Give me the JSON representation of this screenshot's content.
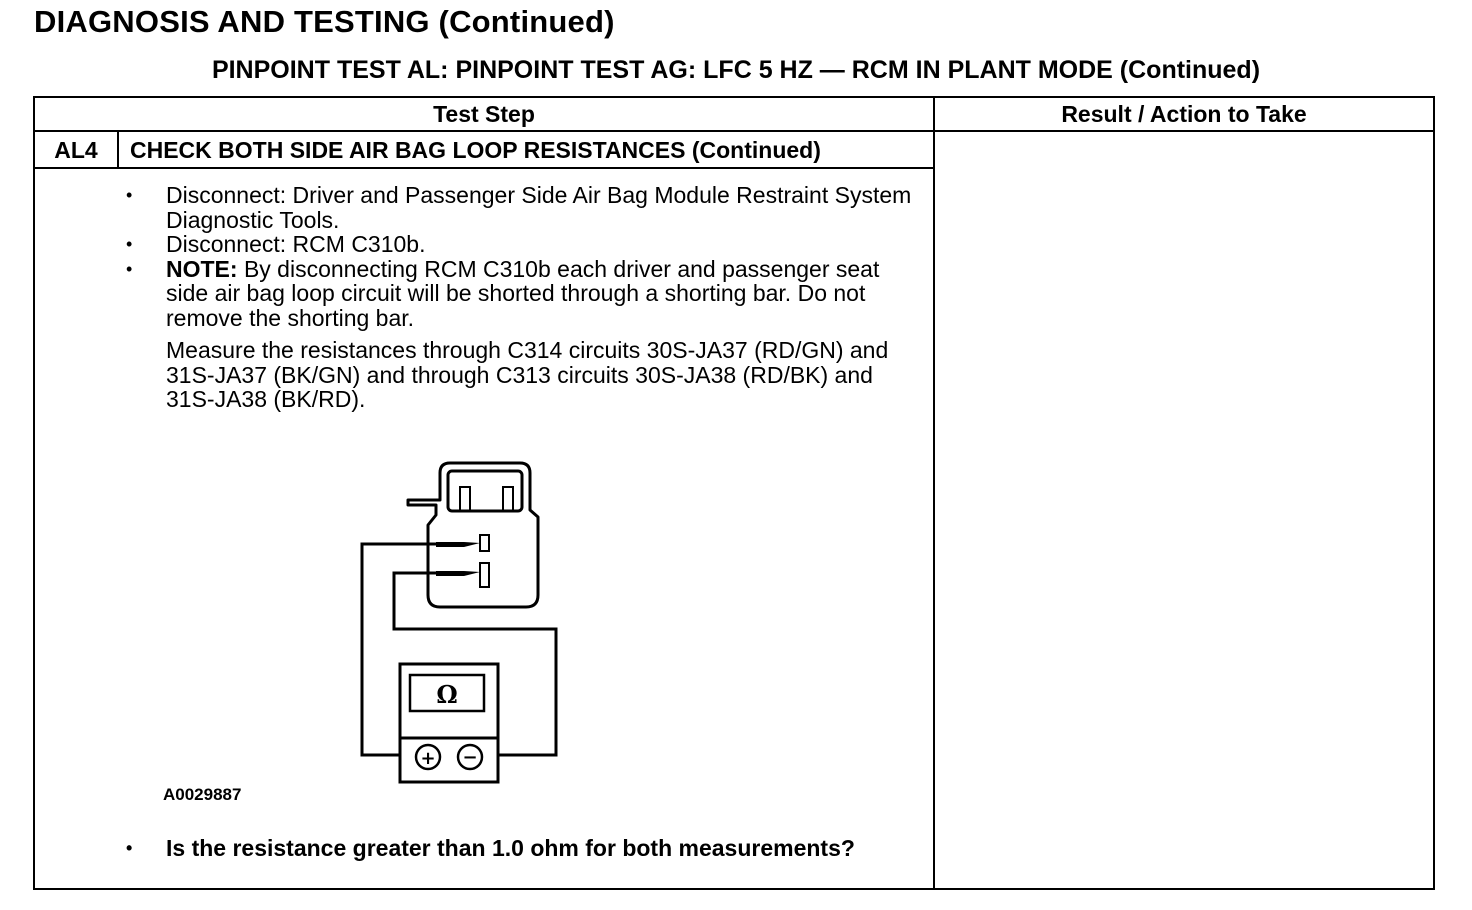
{
  "header": {
    "section_title": "DIAGNOSIS AND TESTING (Continued)",
    "test_title": "PINPOINT TEST  AL: PINPOINT TEST AG: LFC 5 HZ — RCM IN PLANT MODE (Continued)"
  },
  "table": {
    "columns": [
      "Test Step",
      "Result / Action to Take"
    ],
    "step": {
      "id": "AL4",
      "title": "CHECK BOTH SIDE AIR BAG LOOP RESISTANCES (Continued)",
      "bullets": [
        {
          "marker": "•",
          "label": "",
          "text": "Disconnect: Driver and Passenger Side Air Bag Module Restraint System Diagnostic Tools."
        },
        {
          "marker": "•",
          "label": "",
          "text": "Disconnect: RCM C310b."
        },
        {
          "marker": "•",
          "label": "NOTE:",
          "text": " By disconnecting RCM C310b each driver and passenger seat side air bag loop circuit will be shorted through a shorting bar. Do not remove the shorting bar."
        }
      ],
      "measure_text": "Measure the resistances through C314 circuits 30S-JA37 (RD/GN) and 31S-JA37 (BK/GN) and through C313 circuits 30S-JA38 (RD/BK) and 31S-JA38 (BK/RD).",
      "figure": {
        "id": "A0029887",
        "meter_symbol": "Ω",
        "plus_symbol": "+",
        "minus_symbol": "−"
      },
      "question": {
        "marker": "•",
        "text": "Is the resistance greater than 1.0 ohm for both measurements?"
      }
    }
  }
}
